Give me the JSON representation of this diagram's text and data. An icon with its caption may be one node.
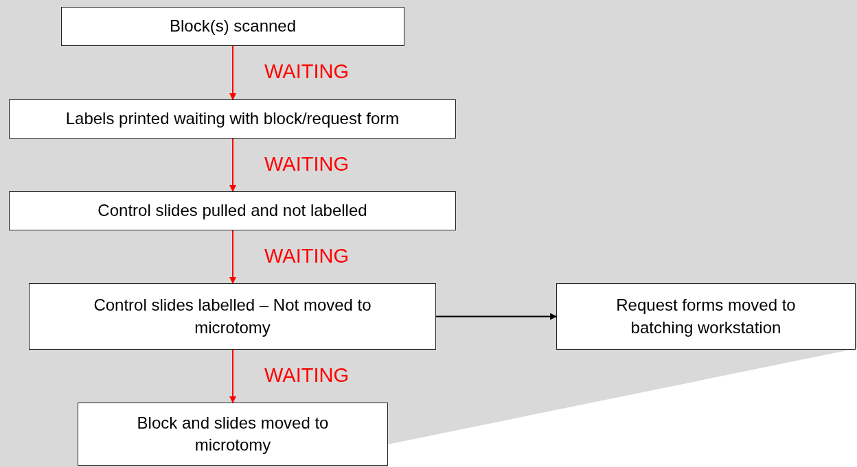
{
  "diagram": {
    "nodes": [
      {
        "text": [
          "Block(s) scanned"
        ]
      },
      {
        "text": [
          "Labels printed waiting with block/request form"
        ]
      },
      {
        "text": [
          "Control slides pulled and not labelled"
        ]
      },
      {
        "text": [
          "Control slides labelled – Not moved to microtomy"
        ]
      },
      {
        "text": [
          "Request forms moved to batching workstation"
        ]
      },
      {
        "text": [
          "Block and slides moved to microtomy"
        ]
      }
    ],
    "edges": [
      {
        "from": 0,
        "to": 1,
        "arrow": "to",
        "label": "WAITING"
      },
      {
        "from": 1,
        "to": 2,
        "arrow": "to",
        "label": "WAITING"
      },
      {
        "from": 2,
        "to": 3,
        "arrow": "to",
        "label": "WAITING"
      },
      {
        "from": 3,
        "to": 4,
        "arrow": "to",
        "color": "#000000"
      },
      {
        "from": 3,
        "to": 5,
        "arrow": "to",
        "label": "WAITING"
      }
    ]
  }
}
